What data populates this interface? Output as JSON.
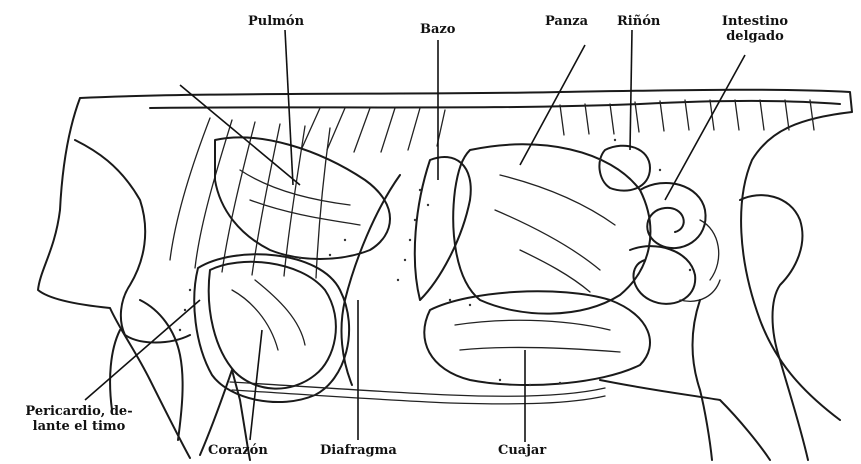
{
  "labels": {
    "pulmon": "Pulmón",
    "bazo": "Bazo",
    "panza": "Panza",
    "rinon": "Riñón",
    "intestino_line1": "Intestino",
    "intestino_line2": "delgado",
    "pericardio_line1": "Pericardio, de-",
    "pericardio_line2": "lante el timo",
    "corazon": "Corazón",
    "diafragma": "Diafragma",
    "cuajar": "Cuajar"
  }
}
